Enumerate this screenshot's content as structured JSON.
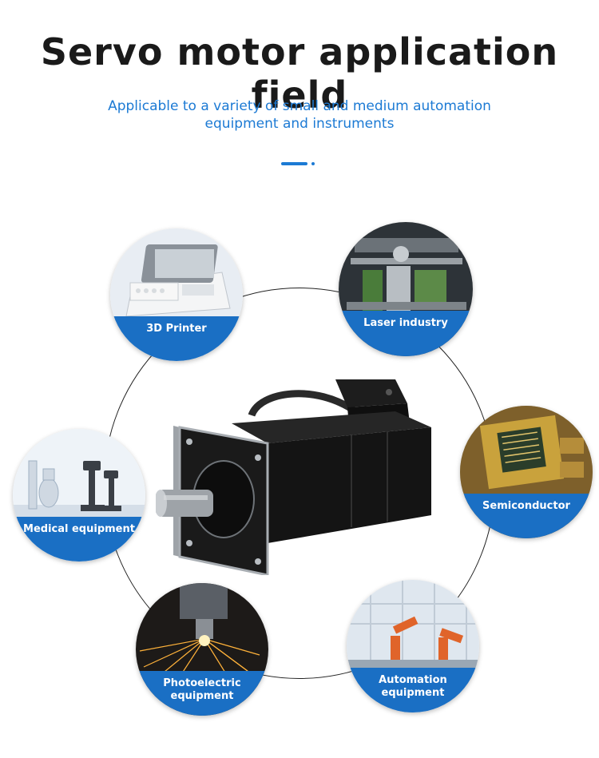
{
  "header": {
    "title": "Servo motor application field",
    "subtitle": "Applicable to a variety of small and medium automation equipment and instruments"
  },
  "colors": {
    "accent": "#1c7ad4",
    "label_band": "#1a6fc4",
    "title": "#1a1a1a"
  },
  "applications": [
    {
      "label": "3D Printer",
      "icon": "printer-image"
    },
    {
      "label": "Laser industry",
      "icon": "laser-machine-image"
    },
    {
      "label": "Semiconductor",
      "icon": "chip-image"
    },
    {
      "label": "Medical equipment",
      "icon": "microscope-image"
    },
    {
      "label": "Photoelectric equipment",
      "icon": "sparks-image"
    },
    {
      "label": "Automation equipment",
      "icon": "robot-arm-image"
    }
  ],
  "product": {
    "icon": "servo-motor-image"
  }
}
